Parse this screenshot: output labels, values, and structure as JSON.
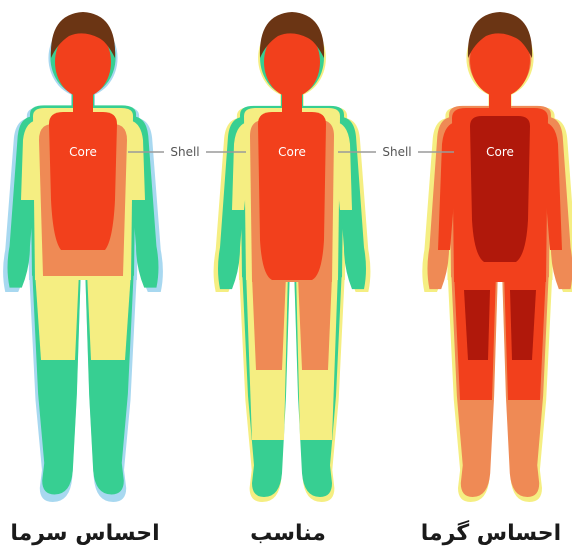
{
  "figures": [
    {
      "id": "cold",
      "caption": "احساس سرما",
      "core_label": "Core"
    },
    {
      "id": "neutral",
      "caption": "مناسب",
      "core_label": "Core"
    },
    {
      "id": "warm",
      "caption": "احساس گرما",
      "core_label": "Core"
    }
  ],
  "connector_labels": [
    "Shell",
    "Shell"
  ],
  "colors": {
    "hair": "#6b3514",
    "core_red": "#f2401c",
    "dark_red": "#b0180b",
    "orange": "#ef8a55",
    "yellow": "#f5ee82",
    "green": "#37cf92",
    "blue": "#a8d8f0",
    "line": "#9a9a9a"
  }
}
